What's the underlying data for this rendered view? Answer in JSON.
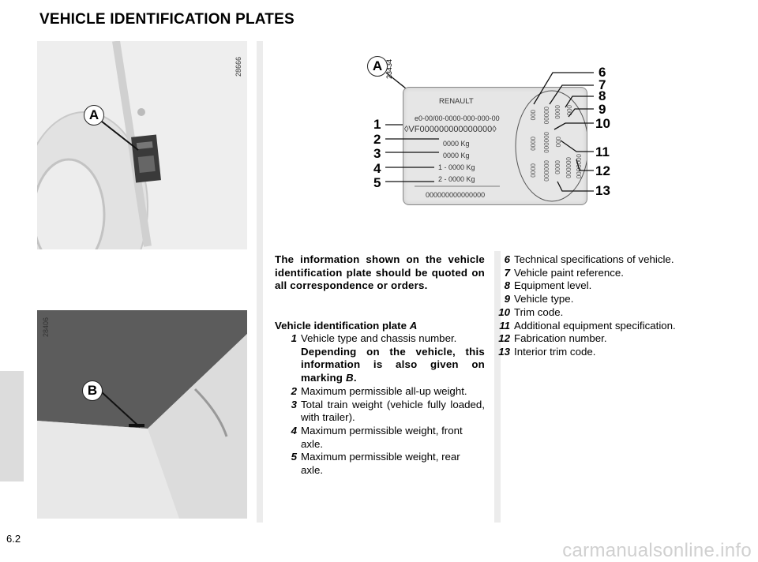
{
  "page": {
    "title": "VEHICLE IDENTIFICATION PLATES",
    "page_number": "6.2",
    "watermark": "carmanualsonline.info"
  },
  "figures": {
    "top_left": {
      "id": "28666",
      "callout": "A"
    },
    "bottom_left": {
      "id": "28406",
      "callout": "B"
    },
    "plate": {
      "id": "23434",
      "callout": "A",
      "brand": "RENAULT",
      "line_code": "e0-00/00-0000-000-000-00",
      "vin": "◊VF000000000000000◊",
      "weight1": "0000 Kg",
      "weight2": "0000 Kg",
      "axle1": "1 - 0000 Kg",
      "axle2": "2 - 0000 Kg",
      "fab_line": "000000000000000",
      "col_codes": [
        "000",
        "00000",
        "0000",
        "000",
        "0000",
        "000000",
        "000",
        "0000",
        "000000",
        "0000",
        "000000",
        "0000000"
      ],
      "left_numbers": [
        "1",
        "2",
        "3",
        "4",
        "5"
      ],
      "right_numbers": [
        "6",
        "7",
        "8",
        "9",
        "10",
        "11",
        "12",
        "13"
      ]
    }
  },
  "intro": {
    "text": "The information shown on the vehicle identification plate should be quoted on all correspondence or orders.",
    "heading": "Vehicle identification plate",
    "heading_ref": "A"
  },
  "items_left": [
    {
      "num": "1",
      "text": "Vehicle type and chassis number.",
      "note_pre": "Depending on the vehicle, this information is also given on marking ",
      "note_ref": "B",
      "note_post": "."
    },
    {
      "num": "2",
      "text": "Maximum permissible all-up weight."
    },
    {
      "num": "3",
      "text": "Total train weight (vehicle fully loaded, with trailer)."
    },
    {
      "num": "4",
      "text": "Maximum permissible weight, front axle."
    },
    {
      "num": "5",
      "text": "Maximum permissible weight, rear axle."
    }
  ],
  "items_right": [
    {
      "num": "6",
      "text": "Technical specifications of vehicle."
    },
    {
      "num": "7",
      "text": "Vehicle paint reference."
    },
    {
      "num": "8",
      "text": "Equipment level."
    },
    {
      "num": "9",
      "text": "Vehicle type."
    },
    {
      "num": "10",
      "text": "Trim code."
    },
    {
      "num": "11",
      "text": "Additional equipment specification."
    },
    {
      "num": "12",
      "text": "Fabrication number."
    },
    {
      "num": "13",
      "text": "Interior trim code."
    }
  ]
}
